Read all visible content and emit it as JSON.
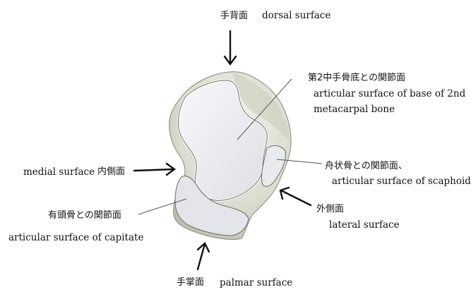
{
  "labels": {
    "dorsal_ja": "手背面",
    "dorsal_en": "dorsal surface",
    "base2nd_ja": "第2中手骨底との関節面",
    "base2nd_en_1": "articular surface of base of 2nd",
    "base2nd_en_2": "metacarpal bone",
    "medial_en": "medial surface",
    "medial_ja": "内側面",
    "scaphoid_ja": "舟状骨との関節面、",
    "scaphoid_en": "articular surface of scaphoid",
    "lateral_ja": "外側面",
    "lateral_en": "lateral surface",
    "capitate_ja": "有頭骨との関節面",
    "capitate_en": "articular surface of capitate",
    "palmar_ja": "手掌面",
    "palmar_en": "palmar surface"
  }
}
